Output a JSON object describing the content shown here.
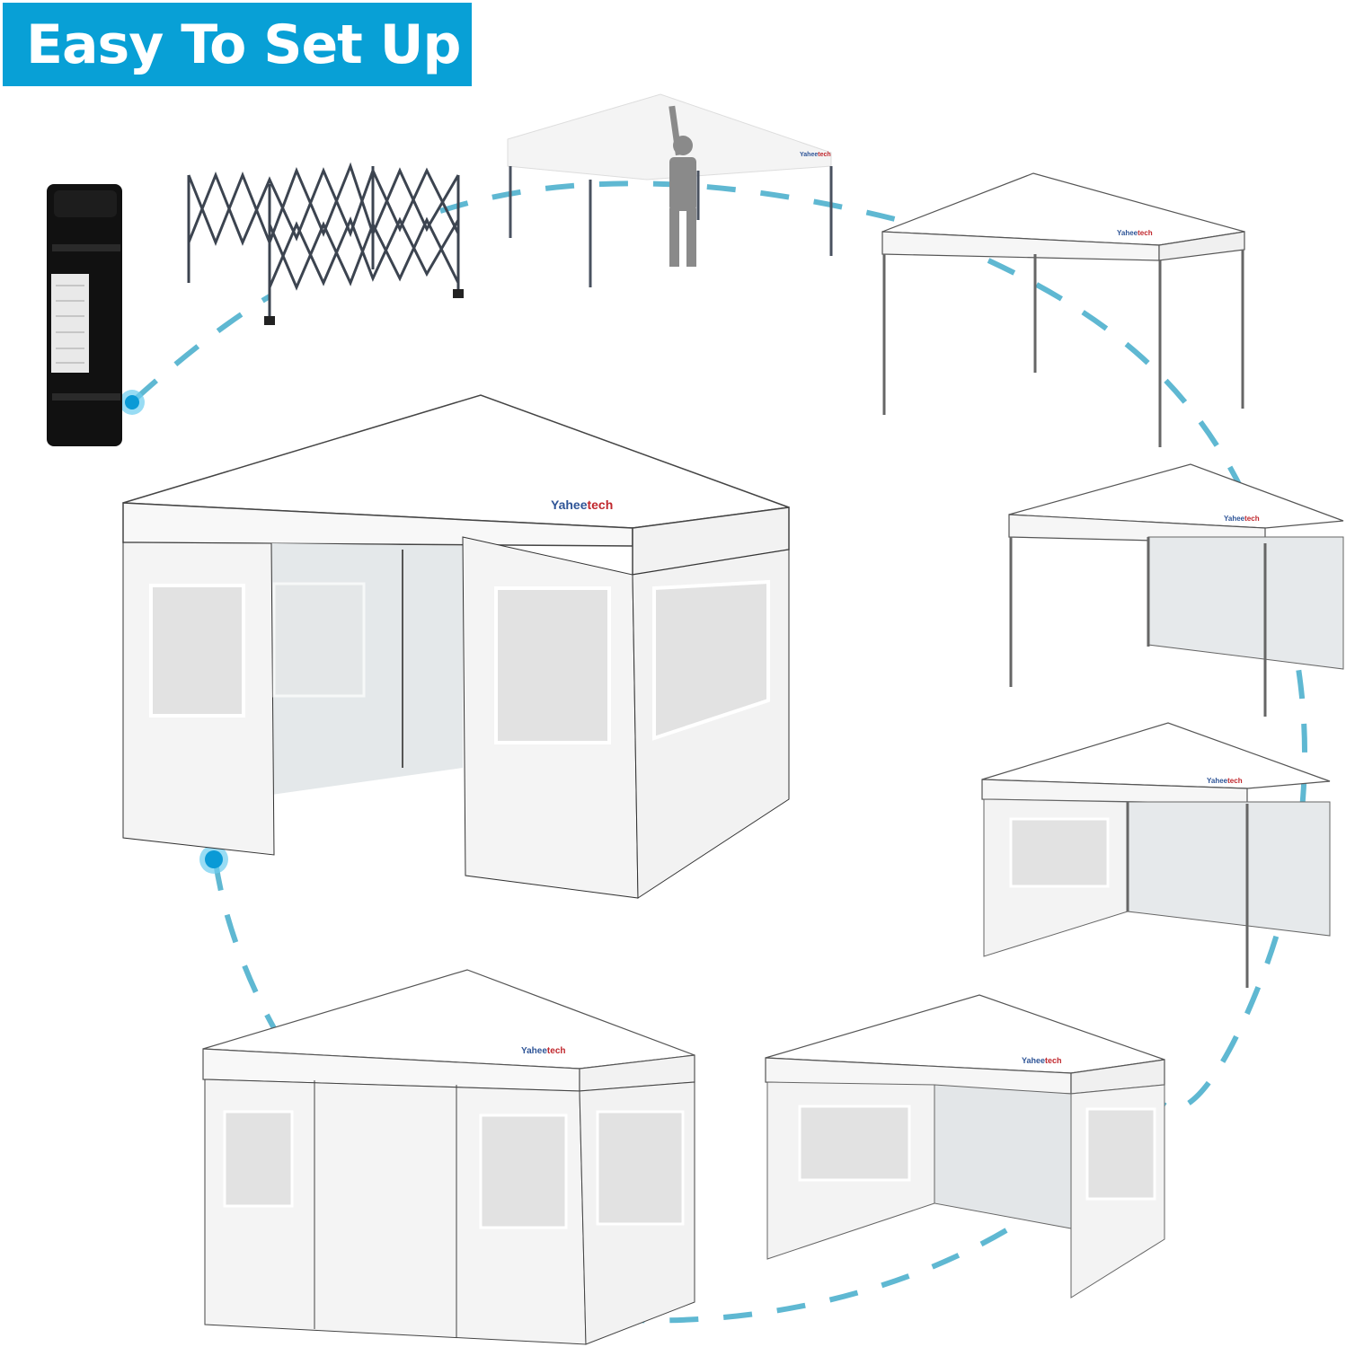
{
  "header": {
    "title": "Easy To Set Up",
    "background_color": "#08a0d6",
    "text_color": "#ffffff"
  },
  "brand": {
    "name_part1": "Yahee",
    "name_part2": "tech",
    "color_part1": "#2f5597",
    "color_part2": "#c0272d"
  },
  "path": {
    "dash_color": "#5fb8d2",
    "marker_color": "#0a9ad6",
    "marker_halo": "#6ccdf0"
  },
  "steps": [
    {
      "id": 1,
      "label": "carry-bag"
    },
    {
      "id": 2,
      "label": "folded-frame"
    },
    {
      "id": 3,
      "label": "person-raising-canopy"
    },
    {
      "id": 4,
      "label": "canopy-no-walls"
    },
    {
      "id": 5,
      "label": "canopy-one-wall"
    },
    {
      "id": 6,
      "label": "canopy-two-walls"
    },
    {
      "id": 7,
      "label": "canopy-three-walls"
    },
    {
      "id": 8,
      "label": "canopy-four-walls-closed"
    },
    {
      "id": 9,
      "label": "canopy-four-walls-door-open"
    }
  ]
}
